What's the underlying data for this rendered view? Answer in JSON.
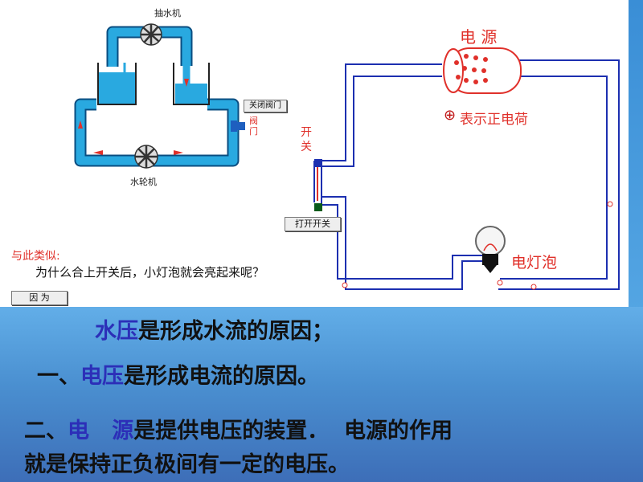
{
  "water": {
    "pump_label": "抽水机",
    "turbine_label": "水轮机",
    "valve_button": "关闭阀门",
    "valve_label": "阀门"
  },
  "circuit": {
    "source_label": "电 源",
    "charge_legend_symbol": "⊕",
    "charge_legend": "表示正电荷",
    "switch_label": "开关",
    "switch_button": "打开开关",
    "bulb_label": "电灯泡"
  },
  "question": {
    "analogy": "与此类似:",
    "text": "为什么合上开关后，小灯泡就会亮起来呢？",
    "reason_button": "因    为"
  },
  "slide": {
    "line1_highlight": "水压",
    "line1_rest": "是形成水流的原因；",
    "line2_prefix": "一、",
    "line2_highlight": "电压",
    "line2_rest": "是形成电流的原因。",
    "line3_prefix": "二、",
    "line3_highlight": "电   源",
    "line3_rest": "是提供电压的装置．  电源的作用",
    "line4": "就是保持正负极间有一定的电压。"
  },
  "colors": {
    "water": "#29a9e0",
    "wire": "#1c2fb0",
    "accent_red": "#e0302a",
    "highlight": "#2c2fb8"
  }
}
